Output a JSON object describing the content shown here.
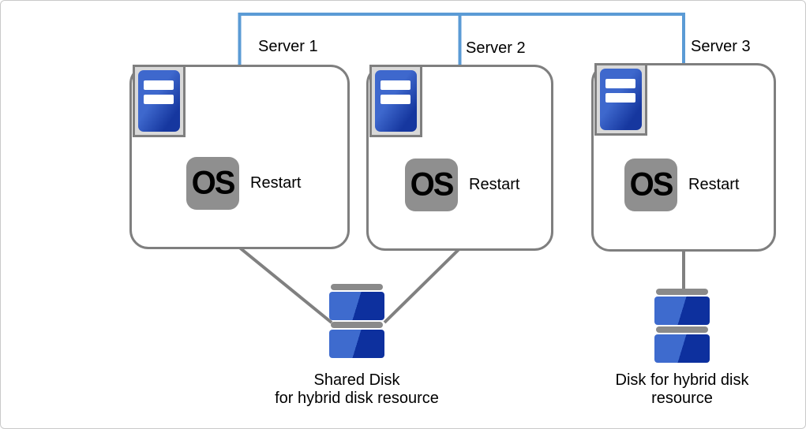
{
  "servers": [
    {
      "label": "Server 1",
      "os_label": "OS",
      "action_label": "Restart"
    },
    {
      "label": "Server 2",
      "os_label": "OS",
      "action_label": "Restart"
    },
    {
      "label": "Server 3",
      "os_label": "OS",
      "action_label": "Restart"
    }
  ],
  "disks": {
    "shared": {
      "caption_line1": "Shared Disk",
      "caption_line2": "for hybrid disk resource"
    },
    "hybrid": {
      "caption_line1": "Disk for hybrid disk",
      "caption_line2": "resource"
    }
  },
  "icons": {
    "server": "server-tower-icon",
    "os": "os-badge-icon",
    "disk": "stacked-disk-icon"
  },
  "colors": {
    "network-line": "#5B9BD5",
    "connector-line": "#808080",
    "box-border": "#7F7F7F",
    "icon-frame-bg": "#D9D9D9",
    "tower-blue-light": "#3E68CD",
    "tower-blue-dark": "#16379F",
    "os-badge-bg": "#8F8F8F",
    "disk-blue-light": "#3E6BCE",
    "disk-blue-dark": "#0D309E",
    "disk-cap-gray": "#8A8A8A"
  }
}
